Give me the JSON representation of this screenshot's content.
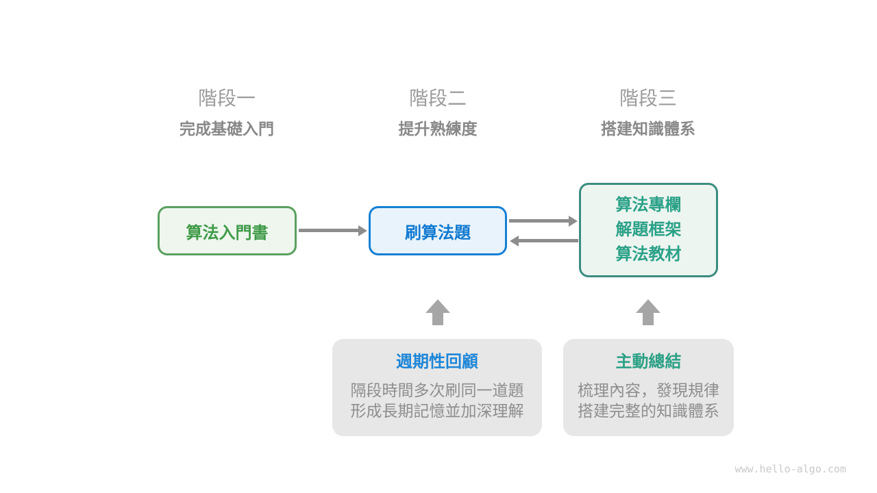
{
  "colors": {
    "green_border": "#5aa05f",
    "green_bg": "#eef6ee",
    "green_text": "#3f9a47",
    "blue_border": "#1580d4",
    "blue_bg": "#e8f3fb",
    "blue_text": "#1079d1",
    "teal_border": "#3a8c7f",
    "teal_bg": "#edf5f1",
    "teal_text": "#2aa187",
    "arrow_gray": "#8d8d8d",
    "up_arrow_gray": "#a6a6a6",
    "note_bg": "#e7e7e7",
    "note_title_blue": "#1d86d8",
    "note_title_teal": "#2aa084",
    "note_text_gray": "#8e8e8e",
    "stage_title_gray": "#9b9b9b",
    "stage_subtitle_gray": "#888888",
    "watermark_gray": "#c9c9c9"
  },
  "stages": [
    {
      "title": "階段一",
      "subtitle": "完成基礎入門"
    },
    {
      "title": "階段二",
      "subtitle": "提升熟練度"
    },
    {
      "title": "階段三",
      "subtitle": "搭建知識體系"
    }
  ],
  "nodes": [
    {
      "label": "算法入門書"
    },
    {
      "label": "刷算法題"
    },
    {
      "lines": [
        "算法專欄",
        "解題框架",
        "算法教材"
      ]
    }
  ],
  "notes": [
    {
      "title": "週期性回顧",
      "lines": [
        "隔段時間多次刷同一道題",
        "形成長期記憶並加深理解"
      ]
    },
    {
      "title": "主動總結",
      "lines": [
        "梳理內容，發現規律",
        "搭建完整的知識體系"
      ]
    }
  ],
  "watermark": "www.hello-algo.com"
}
